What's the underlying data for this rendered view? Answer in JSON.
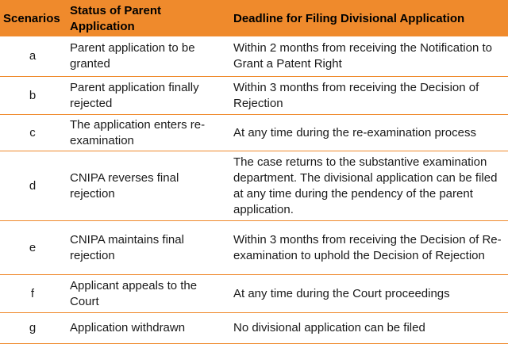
{
  "table": {
    "headers": [
      "Scenarios",
      "Status of Parent Application",
      "Deadline for Filing Divisional Application"
    ],
    "rows": [
      {
        "scenario": "a",
        "status": "Parent application to be granted",
        "deadline": "Within 2 months from receiving the Notification to Grant a Patent Right"
      },
      {
        "scenario": "b",
        "status": "Parent application finally rejected",
        "deadline": "Within 3 months from receiving the Decision of Rejection"
      },
      {
        "scenario": "c",
        "status": "The application enters re-examination",
        "deadline": "At any time during the re-examination process"
      },
      {
        "scenario": "d",
        "status": "CNIPA reverses final rejection",
        "deadline": "The case returns to the substantive examination department. The divisional application can be filed at any time during the pendency of the parent application."
      },
      {
        "scenario": "e",
        "status": "CNIPA maintains final rejection",
        "deadline": "Within 3 months from receiving the Decision of Re-examination to uphold the Decision of Rejection"
      },
      {
        "scenario": "f",
        "status": "Applicant appeals to the Court",
        "deadline": "At any time during the Court proceedings"
      },
      {
        "scenario": "g",
        "status": "Application withdrawn",
        "deadline": "No divisional application can be filed"
      }
    ]
  },
  "colors": {
    "header_background": "#ef8a2c",
    "row_divider": "#ef8a2c"
  }
}
